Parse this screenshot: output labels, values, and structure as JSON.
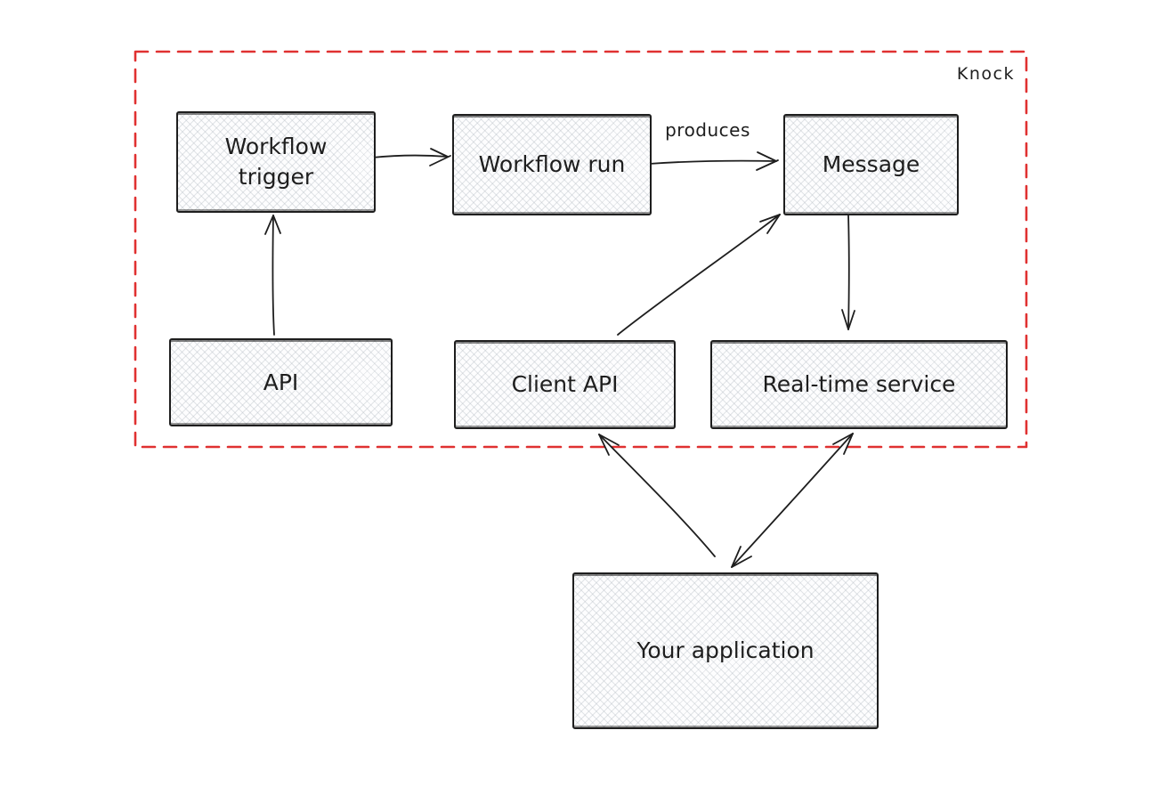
{
  "diagram": {
    "type": "flow-diagram",
    "container": {
      "label": "Knock",
      "border_color": "#e03131",
      "border_style": "dashed"
    },
    "nodes": {
      "workflow_trigger": {
        "label": "Workflow trigger"
      },
      "workflow_run": {
        "label": "Workflow run"
      },
      "message": {
        "label": "Message"
      },
      "api": {
        "label": "API"
      },
      "client_api": {
        "label": "Client API"
      },
      "real_time_service": {
        "label": "Real-time service"
      },
      "your_application": {
        "label": "Your application"
      }
    },
    "edges": [
      {
        "from": "workflow_trigger",
        "to": "workflow_run",
        "label": "",
        "arrowheads": "end"
      },
      {
        "from": "workflow_run",
        "to": "message",
        "label": "produces",
        "arrowheads": "end"
      },
      {
        "from": "api",
        "to": "workflow_trigger",
        "label": "",
        "arrowheads": "end"
      },
      {
        "from": "client_api",
        "to": "message",
        "label": "",
        "arrowheads": "end"
      },
      {
        "from": "message",
        "to": "real_time_service",
        "label": "",
        "arrowheads": "end"
      },
      {
        "from": "your_application",
        "to": "client_api",
        "label": "",
        "arrowheads": "end"
      },
      {
        "from": "your_application",
        "to": "real_time_service",
        "label": "",
        "arrowheads": "both"
      }
    ],
    "colors": {
      "background": "#ffffff",
      "node_border": "#1e1e1e",
      "node_fill": "#fdfdfe",
      "hatch_line": "#ced4da",
      "text": "#1e1e1e",
      "container_border": "#e03131"
    }
  }
}
